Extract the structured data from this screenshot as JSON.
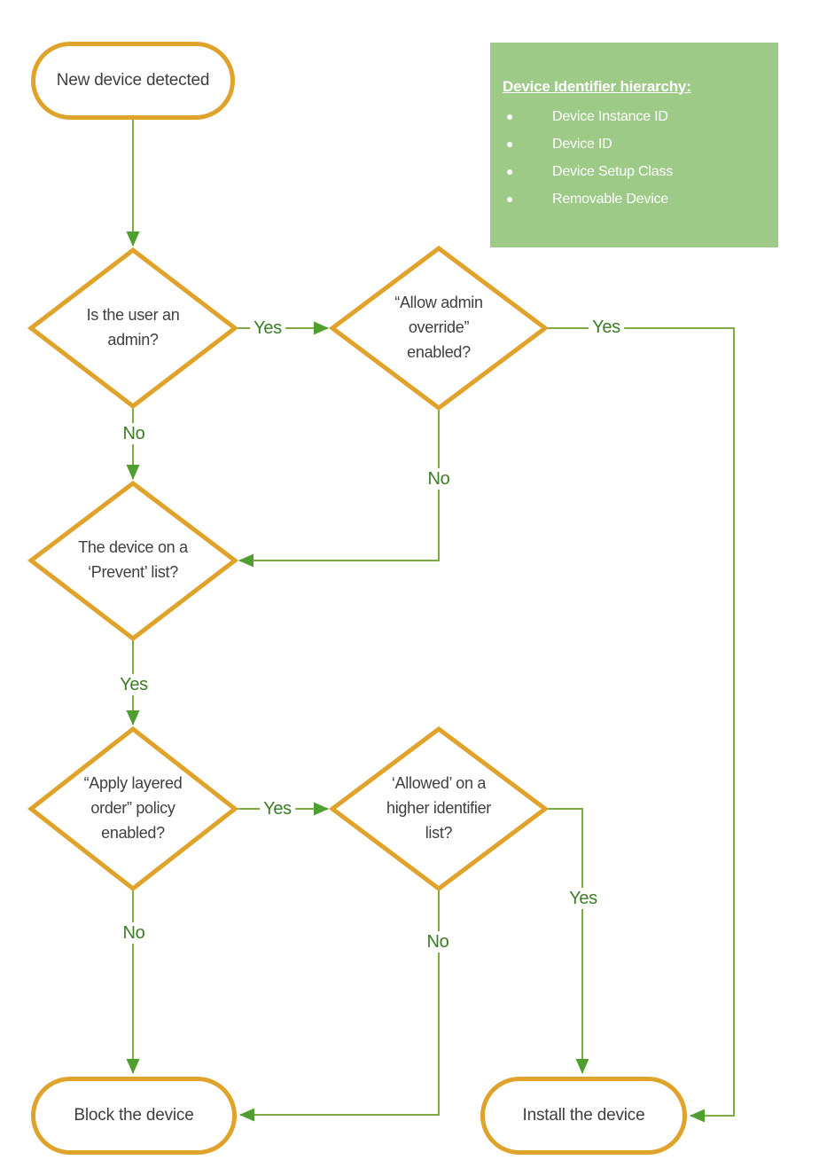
{
  "diagram": {
    "colors": {
      "shape_border": "#dfa32b",
      "connector": "#7cac41",
      "arrowhead": "#4f9e2f",
      "edge_label_text": "#3a7d23",
      "node_text": "#3f3f3f",
      "legend_background": "#9dca87",
      "legend_text": "#ffffff",
      "background": "#ffffff"
    },
    "nodes": {
      "start": {
        "label": "New device detected",
        "type": "terminator"
      },
      "admin": {
        "label": "Is the user an admin?",
        "type": "decision"
      },
      "override": {
        "label": "“Allow admin override” enabled?",
        "type": "decision"
      },
      "prevent": {
        "label": "The device on a ‘Prevent’ list?",
        "type": "decision"
      },
      "layered": {
        "label": "“Apply layered order” policy enabled?",
        "type": "decision"
      },
      "higher": {
        "label": "‘Allowed’ on a higher identifier list?",
        "type": "decision"
      },
      "block": {
        "label": "Block the device",
        "type": "terminator"
      },
      "install": {
        "label": "Install the device",
        "type": "terminator"
      }
    },
    "edges": {
      "admin_to_override": {
        "label": "Yes"
      },
      "override_to_install": {
        "label": "Yes"
      },
      "admin_to_prevent": {
        "label": "No"
      },
      "override_to_prevent": {
        "label": "No"
      },
      "prevent_to_layered": {
        "label": "Yes"
      },
      "layered_to_higher": {
        "label": "Yes"
      },
      "higher_to_install": {
        "label": "Yes"
      },
      "layered_to_block": {
        "label": "No"
      },
      "higher_to_block": {
        "label": "No"
      }
    }
  },
  "legend": {
    "title": "Device Identifier hierarchy:",
    "bullet_glyph": "●",
    "items": [
      "Device Instance ID",
      "Device ID",
      "Device Setup Class",
      "Removable Device"
    ]
  }
}
